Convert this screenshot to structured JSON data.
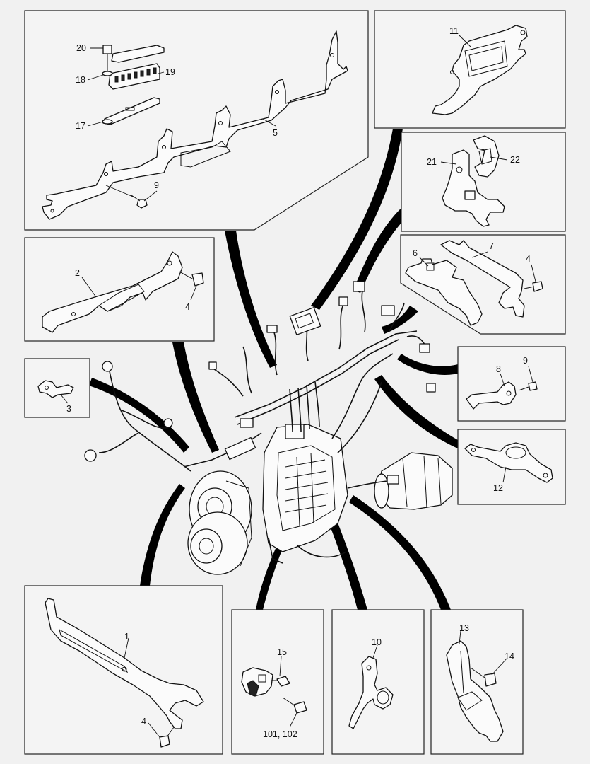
{
  "callouts": {
    "c1": "1",
    "c2": "2",
    "c3": "3",
    "c4a": "4",
    "c4b": "4",
    "c4c": "4",
    "c5": "5",
    "c6": "6",
    "c7": "7",
    "c8": "8",
    "c9a": "9",
    "c9b": "9",
    "c10": "10",
    "c11": "11",
    "c12": "12",
    "c13": "13",
    "c14": "14",
    "c15": "15",
    "c17": "17",
    "c18": "18",
    "c19": "19",
    "c20": "20",
    "c21": "21",
    "c22": "22",
    "c101": "101, 102"
  }
}
